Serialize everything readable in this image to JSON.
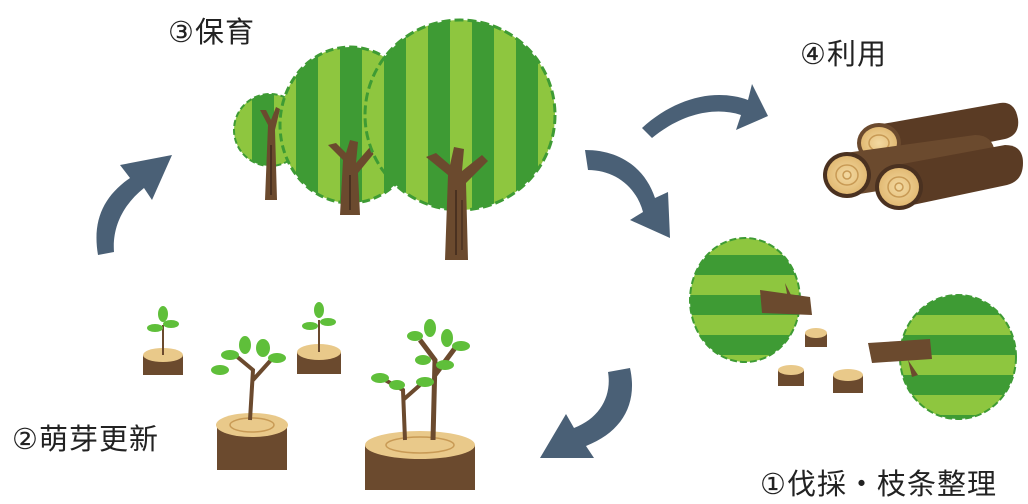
{
  "labels": {
    "step3": "③保育",
    "step4": "④利用",
    "step2": "②萌芽更新",
    "step1": "①伐採・枝条整理"
  },
  "colors": {
    "arrow": "#4a6076",
    "leaf_light": "#8ec63f",
    "leaf_dark": "#3e9b34",
    "bark": "#6b4a2e",
    "bark_dark": "#4a3120",
    "stump_top": "#e9c98a",
    "stump_ring": "#c89a55",
    "log_side": "#5a3b24",
    "sprout": "#5fbf3a"
  }
}
